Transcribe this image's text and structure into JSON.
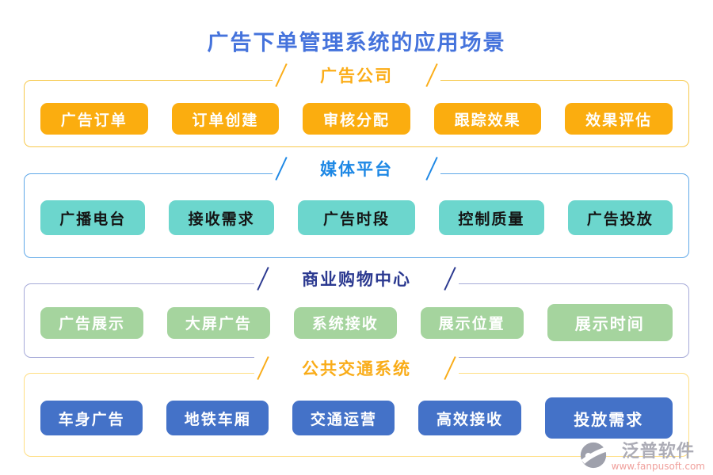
{
  "page_title": "广告下单管理系统的应用场景",
  "colors": {
    "title": "#4573DC",
    "section1_accent": "#FBAD18",
    "section1_border": "#F7C94C",
    "section1_button": "#FBAD0F",
    "section1_button_text": "#FFFFFF",
    "section2_accent": "#1E88E5",
    "section2_border": "#5FA8E8",
    "section2_button": "#6CD6CD",
    "section2_button_text": "#141414",
    "section3_accent": "#2B3990",
    "section3_border": "#A6AAD8",
    "section3_button": "#A5D49E",
    "section3_button_text": "#FFFFFF",
    "section4_accent": "#F9AC18",
    "section4_border": "#FFDE82",
    "section4_button": "#4472C8",
    "section4_button_text": "#FFFFFF"
  },
  "sections": [
    {
      "title": "广告公司",
      "items": [
        "广告订单",
        "订单创建",
        "审核分配",
        "跟踪效果",
        "效果评估"
      ]
    },
    {
      "title": "媒体平台",
      "items": [
        "广播电台",
        "接收需求",
        "广告时段",
        "控制质量",
        "广告投放"
      ]
    },
    {
      "title": "商业购物中心",
      "items": [
        "广告展示",
        "大屏广告",
        "系统接收",
        "展示位置",
        "展示时间"
      ]
    },
    {
      "title": "公共交通系统",
      "items": [
        "车身广告",
        "地铁车厢",
        "交通运营",
        "高效接收",
        "投放需求"
      ]
    }
  ],
  "footer": {
    "brand": "泛普软件",
    "website": "www.fanpusoft.com",
    "logo_icon": "fanpu-circle-swoosh-icon"
  }
}
